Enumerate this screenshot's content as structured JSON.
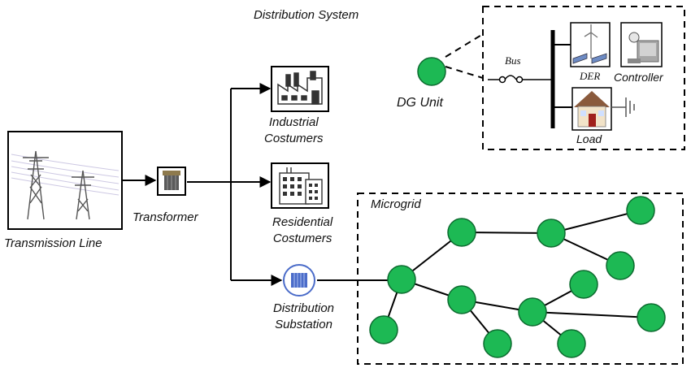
{
  "title": "Distribution System",
  "labels": {
    "transmission_line": "Transmission Line",
    "transformer": "Transformer",
    "industrial_1": "Industrial",
    "industrial_2": "Costumers",
    "residential_1": "Residential",
    "residential_2": "Costumers",
    "substation_1": "Distribution",
    "substation_2": "Substation",
    "microgrid": "Microgrid",
    "dg_unit": "DG Unit",
    "bus": "Bus",
    "der": "DER",
    "controller": "Controller",
    "load": "Load"
  },
  "icons": [
    "transmission-tower-icon",
    "transformer-icon",
    "factory-icon",
    "apartment-building-icon",
    "substation-icon",
    "wind-turbine-icon",
    "solar-panel-icon",
    "computer-icon",
    "house-icon",
    "ground-icon",
    "fuse-icon"
  ],
  "colors": {
    "node_fill": "#1db954",
    "node_stroke": "#0c6b2f",
    "line": "#000000",
    "substation": "#4b6cc9",
    "house_roof": "#8a5a3c",
    "door": "#a0201c"
  }
}
